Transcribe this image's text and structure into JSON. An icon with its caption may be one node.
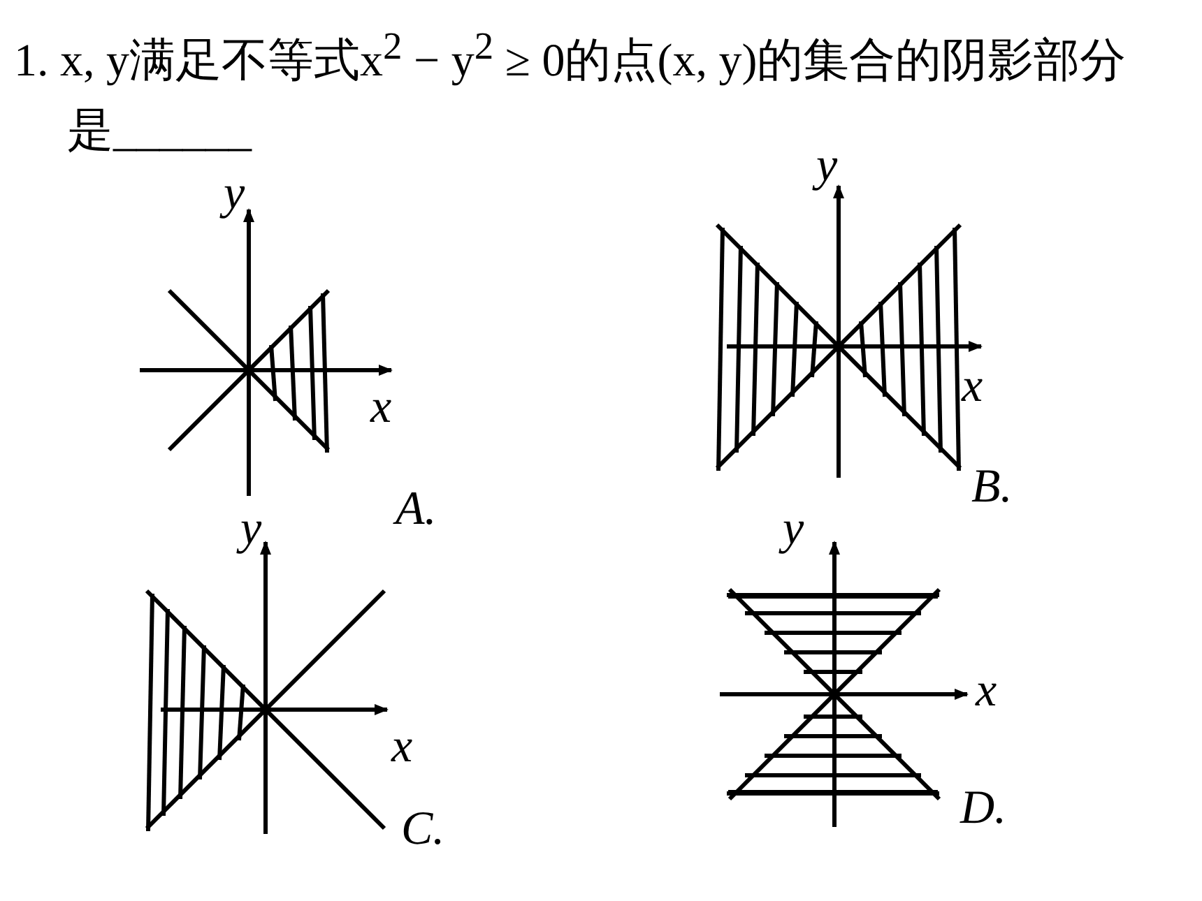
{
  "diagram": {
    "title": "1. x, y满足不等式x$^{2}$ − y$^{2}$ ≥ 0的点(x, y)的集合的阴影部分是______",
    "labels": [
      "y",
      "x",
      "A.",
      "y",
      "x",
      "B.",
      "y",
      "x",
      "C.",
      "y",
      "x",
      "D."
    ]
  }
}
